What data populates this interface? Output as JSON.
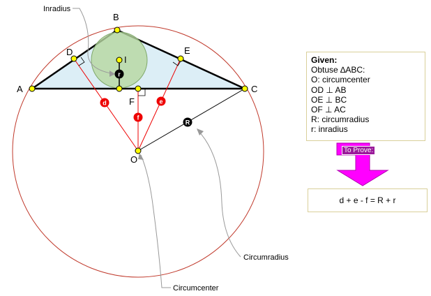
{
  "points": {
    "A": "A",
    "B": "B",
    "C": "C",
    "D": "D",
    "E": "E",
    "F": "F",
    "I": "I",
    "O": "O"
  },
  "segment_labels": {
    "d": "d",
    "e": "e",
    "f": "f",
    "R": "R",
    "r": "r"
  },
  "callouts": {
    "inradius": "Inradius",
    "circumradius": "Circumradius",
    "circumcenter": "Circumcenter"
  },
  "given": {
    "title": "Given:",
    "lines": [
      "Obtuse ∆ABC:",
      "O: circumcenter",
      "OD ⊥ AB",
      "OE ⊥ BC",
      "OF ⊥ AC",
      "R: circumradius",
      "r: inradius"
    ]
  },
  "to_prove_label": "To Prove:",
  "result": "d + e - f = R + r",
  "colors": {
    "circle": "#c0392b",
    "triangle_fill": "#dceef6",
    "incircle_fill": "#b7d7a0",
    "point_fill": "#ffff00",
    "badge_red": "#ee0000",
    "badge_black": "#000000",
    "arrow_magenta": "#ff00ff"
  }
}
